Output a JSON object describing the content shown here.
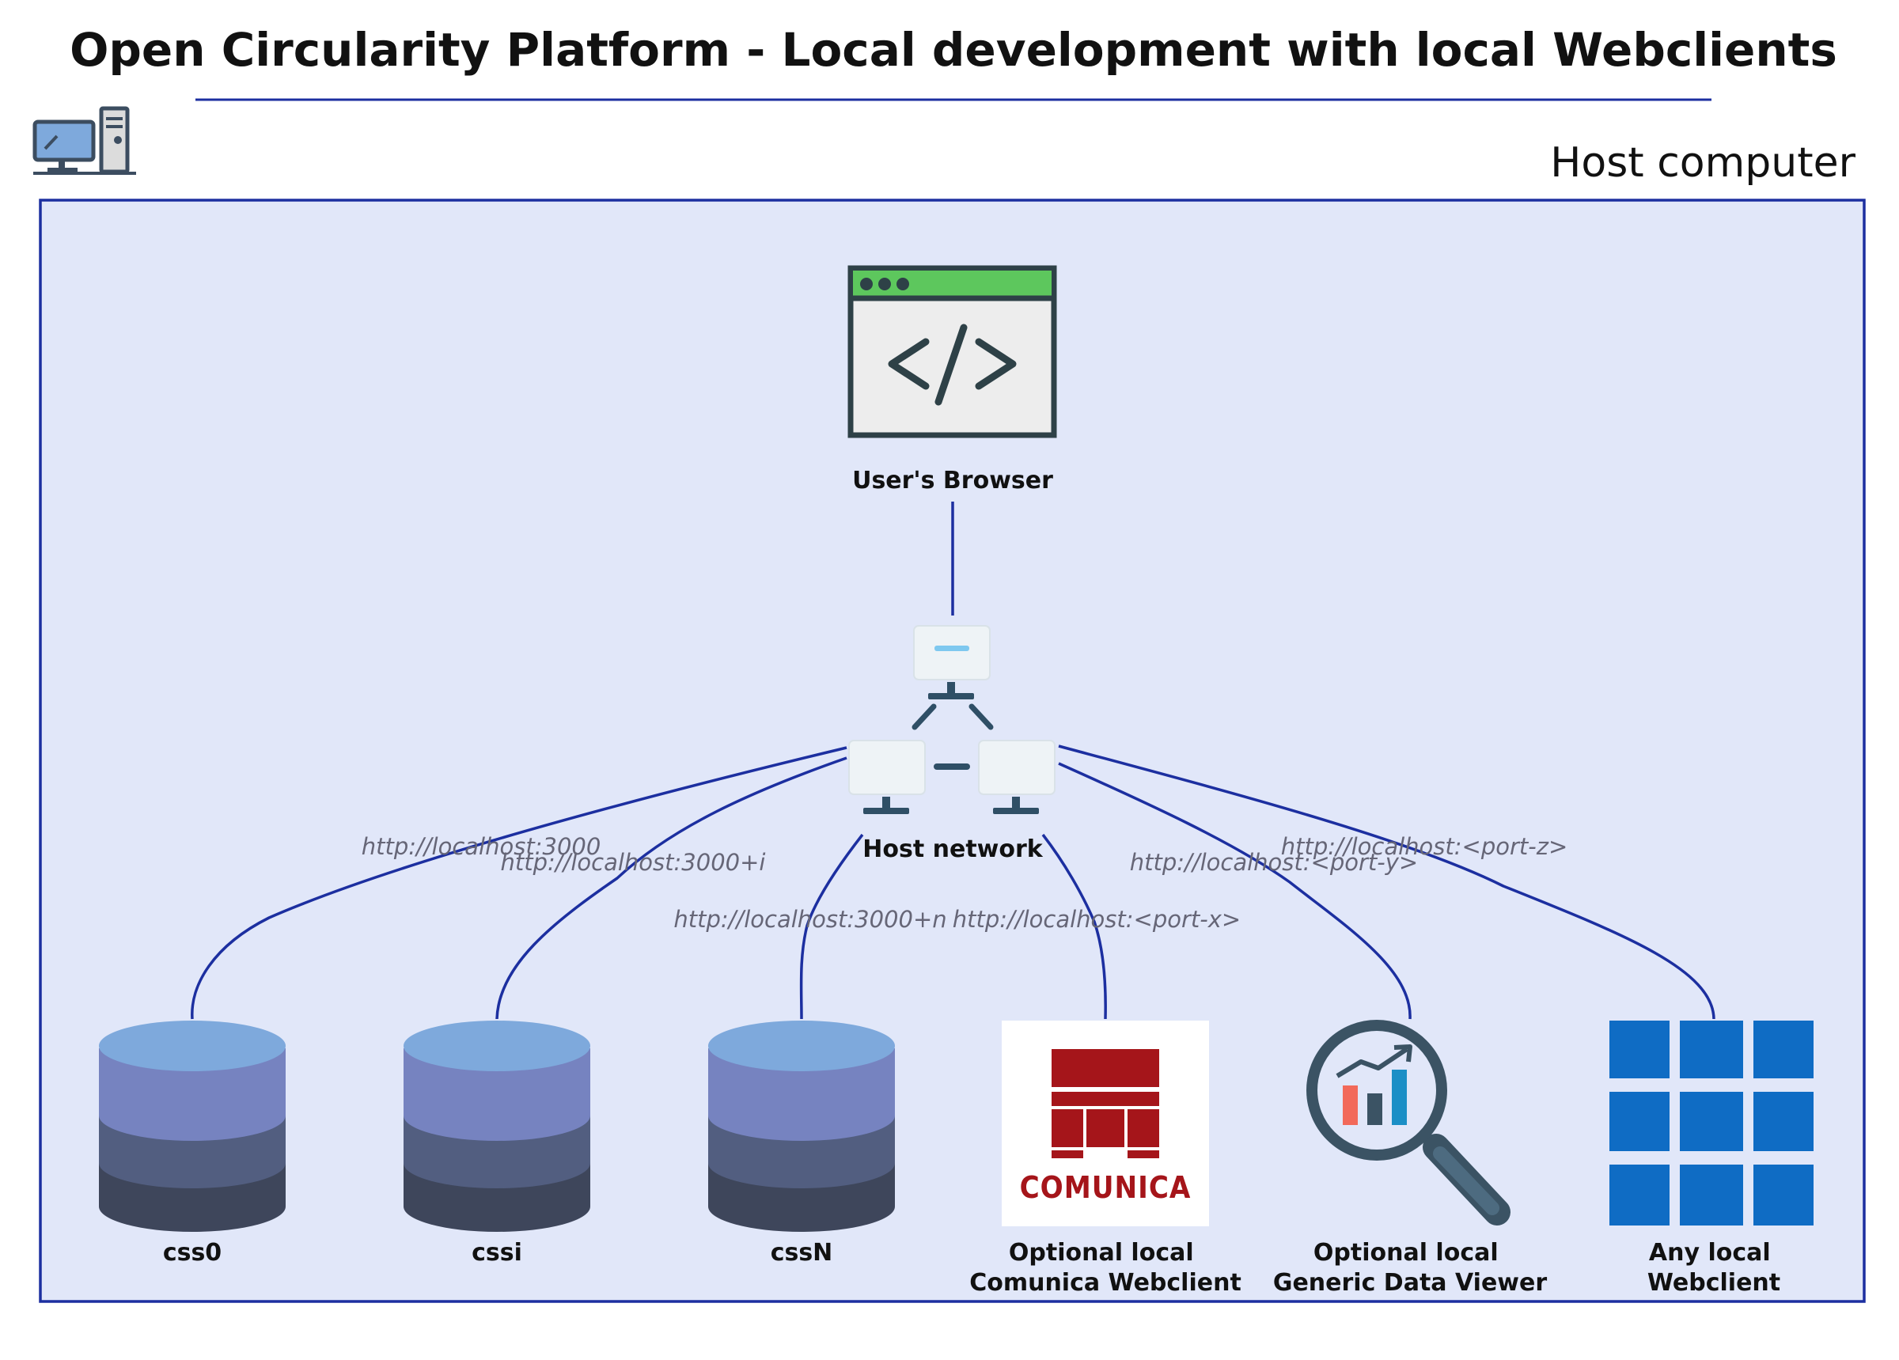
{
  "title": "Open Circularity Platform - Local development with local Webclients",
  "host_box": {
    "label": "Host computer"
  },
  "browser": {
    "label": "User's Browser"
  },
  "network": {
    "label": "Host network"
  },
  "nodes": [
    {
      "label_lines": [
        "css0"
      ],
      "url": "http://localhost:3000",
      "icon": "database-icon"
    },
    {
      "label_lines": [
        "cssi"
      ],
      "url": "http://localhost:3000+i",
      "icon": "database-icon"
    },
    {
      "label_lines": [
        "cssN"
      ],
      "url": "http://localhost:3000+n",
      "icon": "database-icon"
    },
    {
      "label_lines": [
        "Optional local",
        "Comunica Webclient"
      ],
      "url": "http://localhost:<port-x>",
      "icon": "comunica-logo",
      "logo_text": "COMUNICA"
    },
    {
      "label_lines": [
        "Optional local",
        "Generic Data Viewer"
      ],
      "url": "http://localhost:<port-y>",
      "icon": "magnifier-chart-icon"
    },
    {
      "label_lines": [
        "Any local",
        "Webclient"
      ],
      "url": "http://localhost:<port-z>",
      "icon": "grid-app-icon"
    }
  ],
  "colors": {
    "accent": "#1c2fa0",
    "host_fill": "#e1e7f9",
    "db_top": "#7ea9dc",
    "db_l2": "#7683c0",
    "db_l3": "#525e80",
    "db_l4": "#3e465b",
    "comunica_red": "#a5151a",
    "grid_blue": "#0f6cc4",
    "browser_bar": "#5dc75d"
  }
}
